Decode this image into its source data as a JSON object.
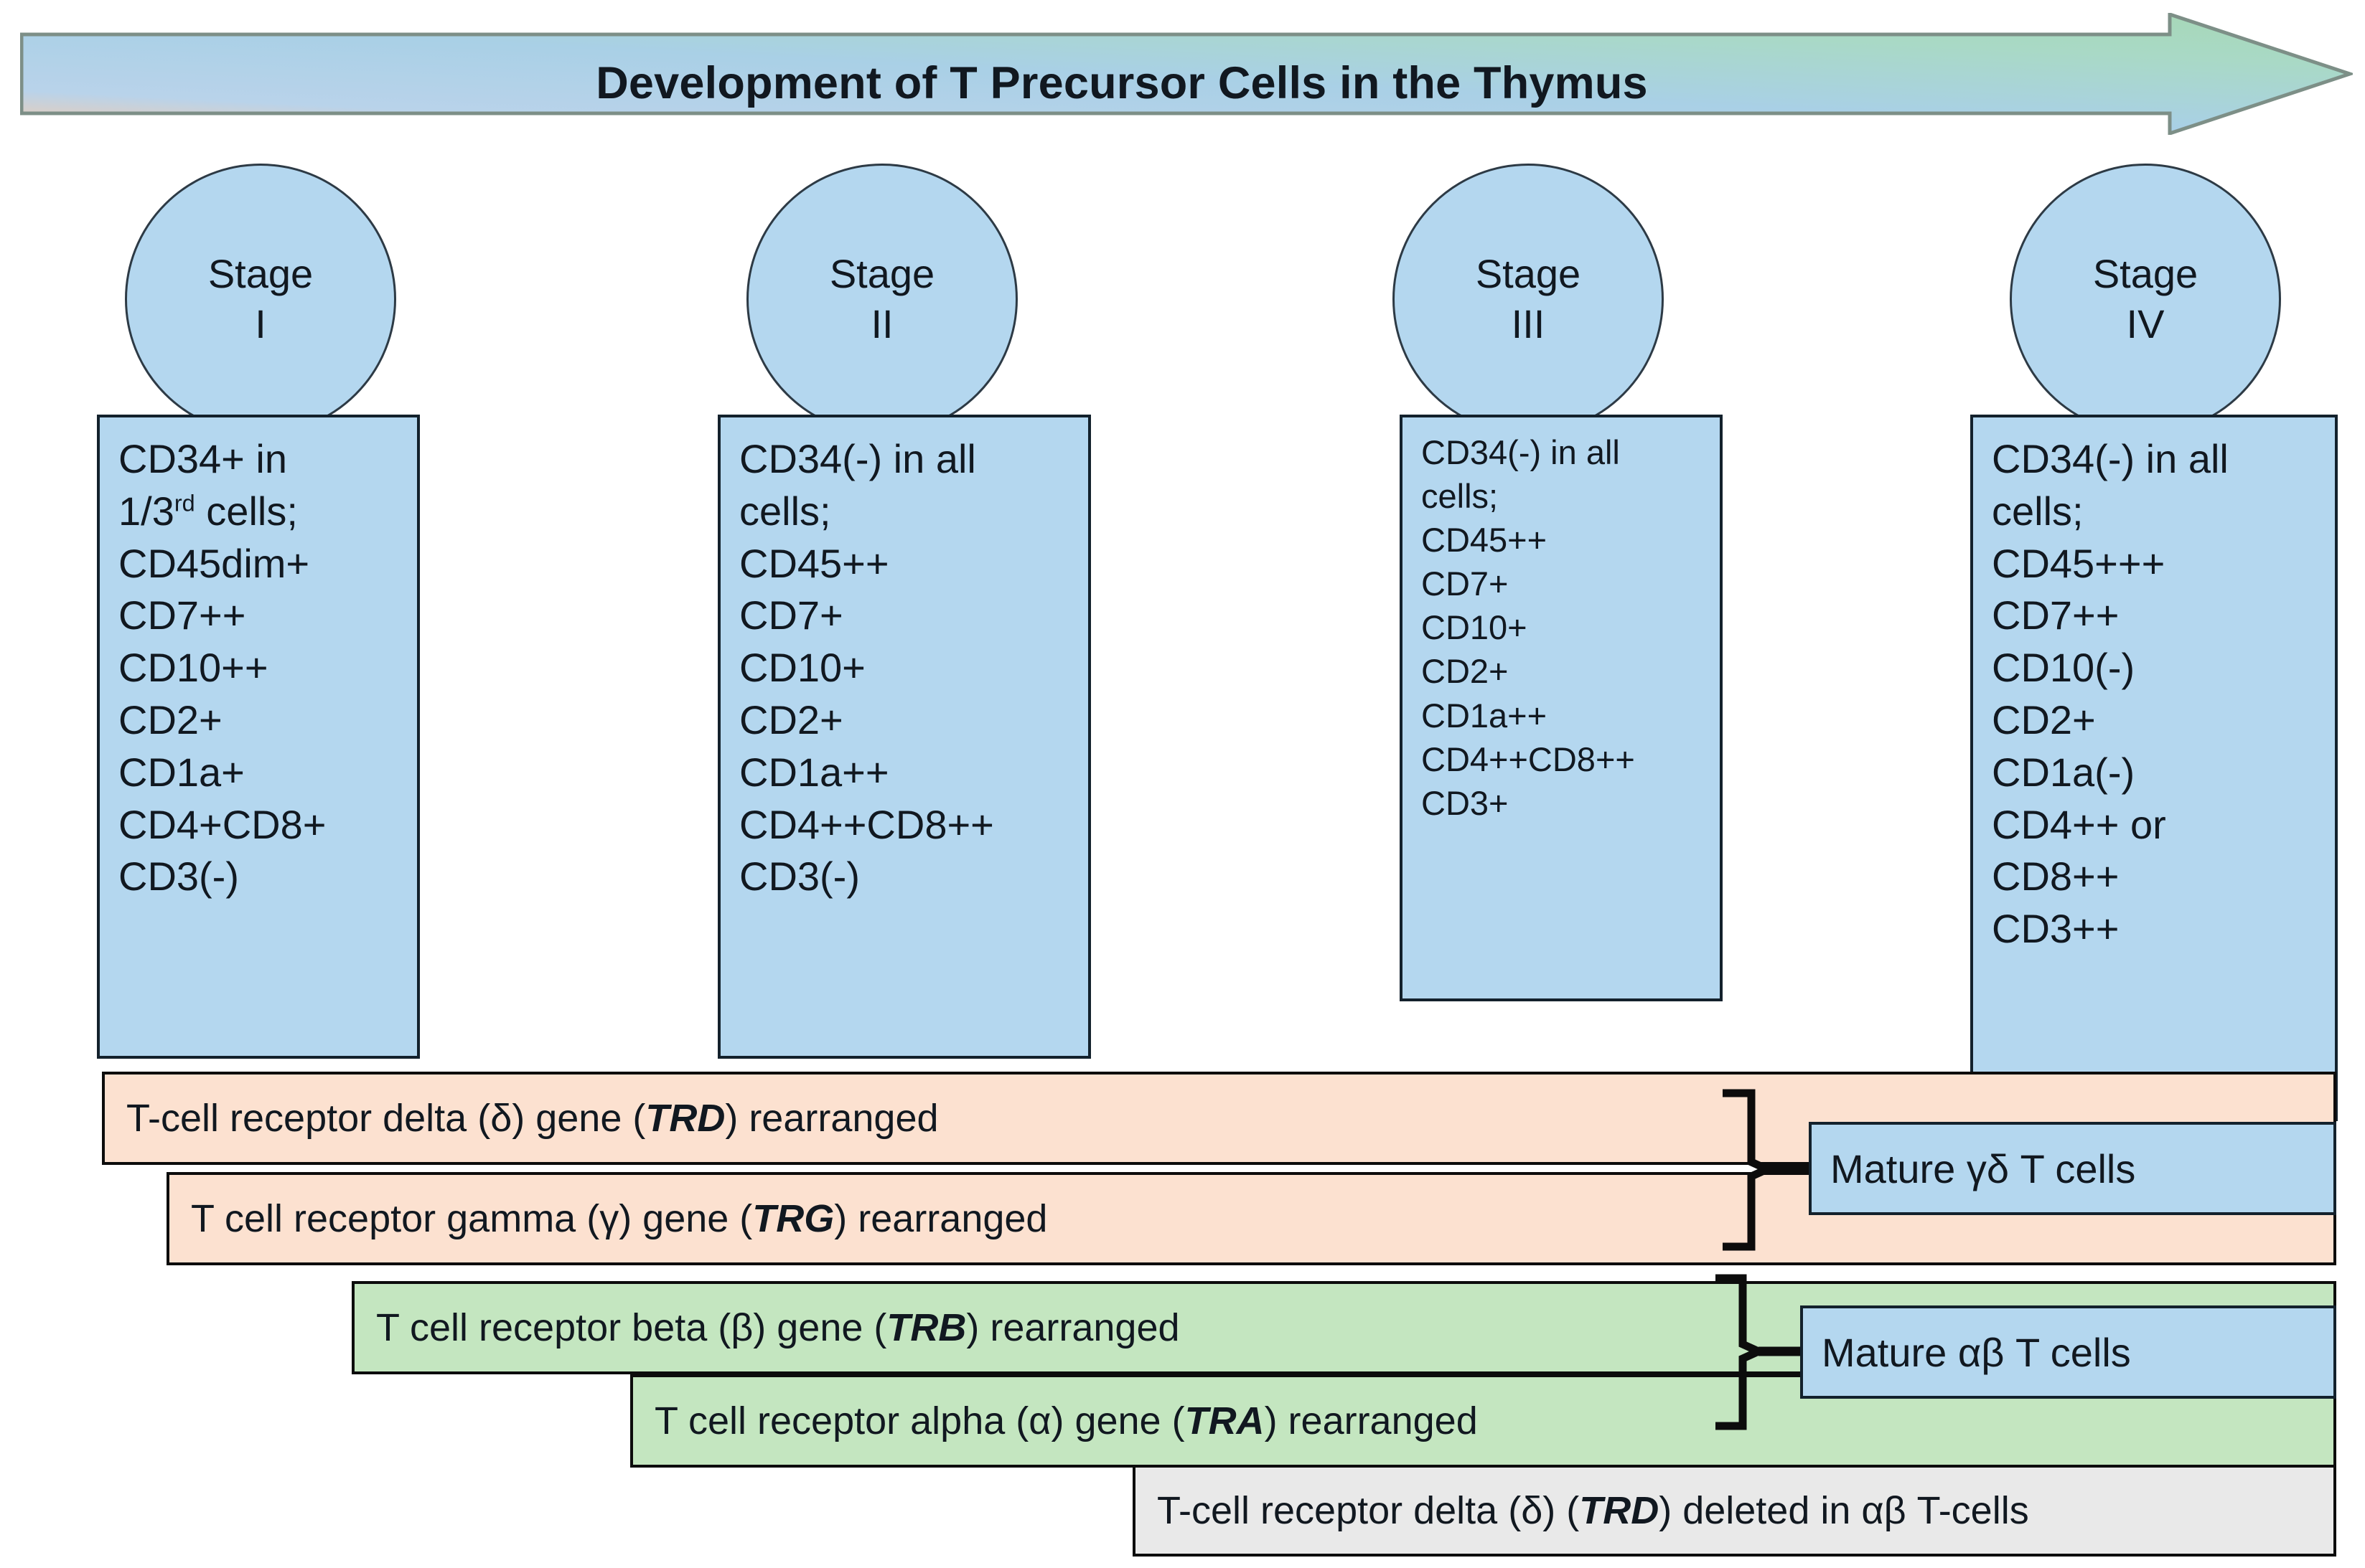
{
  "banner": {
    "title": "Development of T Precursor Cells in the Thymus",
    "gradient_start": "#f6c9a8",
    "gradient_mid": "#9ec8e8",
    "gradient_end": "#a8d8b9"
  },
  "stages": [
    {
      "circle_label": "Stage",
      "roman": "I",
      "markers": [
        "CD34+ in",
        "1/3rd cells;",
        "CD45dim+",
        "CD7++",
        "CD10++",
        "CD2+",
        "CD1a+",
        "CD4+CD8+",
        "CD3(-)"
      ]
    },
    {
      "circle_label": "Stage",
      "roman": "II",
      "markers": [
        "CD34(-) in all",
        "cells;",
        "CD45++",
        "CD7+",
        "CD10+",
        "CD2+",
        "CD1a++",
        "CD4++CD8++",
        "CD3(-)"
      ]
    },
    {
      "circle_label": "Stage",
      "roman": "III",
      "markers": [
        "CD34(-) in all",
        "cells;",
        "CD45++",
        "CD7+",
        "CD10+",
        "CD2+",
        "CD1a++",
        "CD4++CD8++",
        "CD3+"
      ]
    },
    {
      "circle_label": "Stage",
      "roman": "IV",
      "markers": [
        "CD34(-) in all",
        "cells;",
        "CD45+++",
        "CD7++",
        "CD10(-)",
        "CD2+",
        "CD1a(-)",
        "CD4++ or",
        "CD8++",
        "CD3++"
      ]
    }
  ],
  "bars": {
    "trd": {
      "pre": "T-cell receptor delta (δ) gene (",
      "gene": "TRD",
      "post": ") rearranged",
      "color": "#fce1d0"
    },
    "trg": {
      "pre": "T cell receptor gamma (γ) gene (",
      "gene": "TRG",
      "post": ") rearranged",
      "color": "#fce1d0"
    },
    "trb": {
      "pre": "T cell receptor beta (β) gene (",
      "gene": "TRB",
      "post": ") rearranged",
      "color": "#c4e6c0"
    },
    "tra": {
      "pre": "T cell receptor alpha (α) gene (",
      "gene": "TRA",
      "post": ") rearranged",
      "color": "#c4e6c0"
    },
    "trd_deleted": {
      "pre": "T-cell receptor delta (δ) (",
      "gene": "TRD",
      "post": ") deleted in αβ T-cells",
      "color": "#e9e9e9"
    }
  },
  "outcomes": {
    "gamma_delta": "Mature γδ T cells",
    "alpha_beta": "Mature αβ T cells"
  },
  "colors": {
    "cell_blue": "#b4d7ef",
    "peach": "#fce1d0",
    "green": "#c4e6c0",
    "gray": "#e9e9e9",
    "outline": "#13212c"
  }
}
